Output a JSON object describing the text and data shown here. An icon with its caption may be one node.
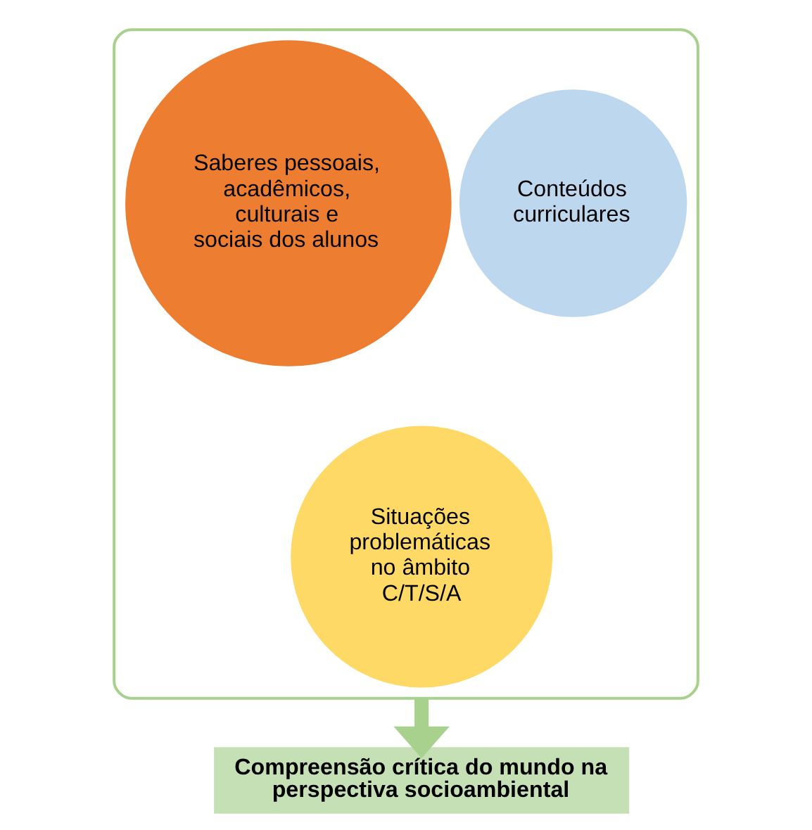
{
  "diagram": {
    "nodes": [
      {
        "text": [],
        "shape": "funnel"
      },
      {
        "text": [
          "Saberes pessoais, acadêmicos, culturais e sociais dos alunos"
        ],
        "in": 0
      },
      {
        "text": [
          "Conteúdos curriculares"
        ],
        "in": 0
      },
      {
        "text": [
          "Situações problemáticas no âmbito C/T/S/A"
        ],
        "in": 0
      },
      {
        "text": [
          "Compreensão crítica do mundo na perspectiva socioambiental"
        ]
      }
    ],
    "edges": [
      {
        "from": 0,
        "to": 4,
        "arrow": "to"
      }
    ]
  }
}
